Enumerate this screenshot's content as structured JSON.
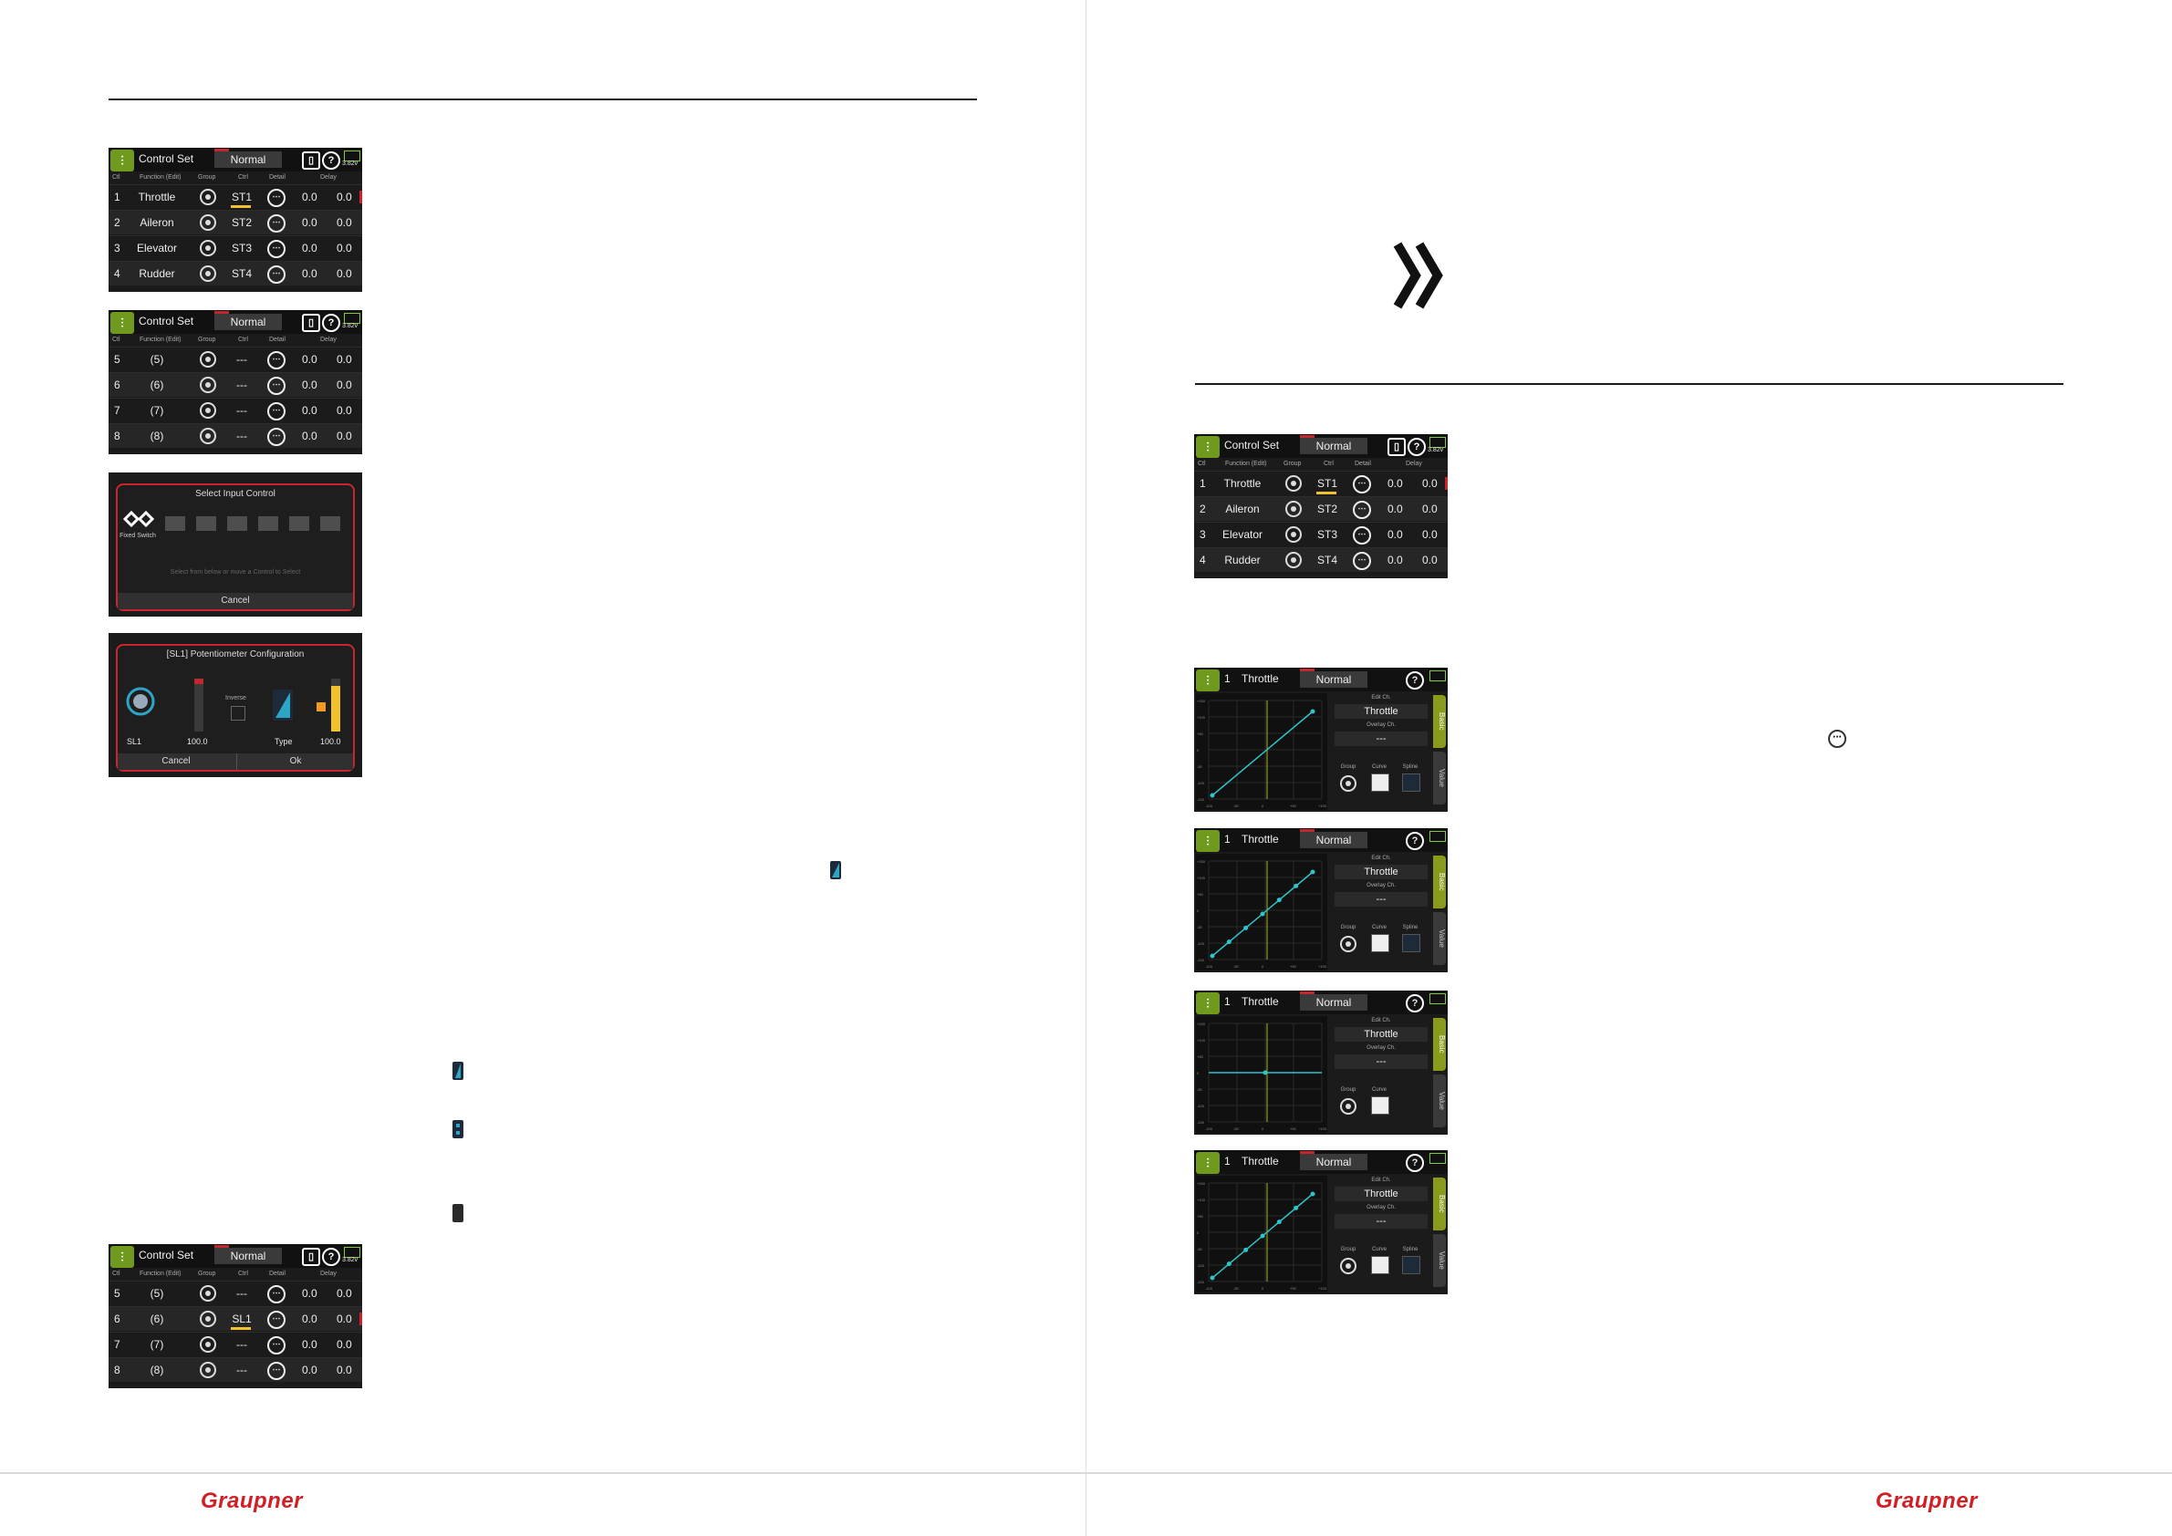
{
  "brand": {
    "left": "Graupner",
    "right": "Graupner"
  },
  "screens": {
    "cs_a": {
      "title": "Control Set",
      "mode": "Normal",
      "battery": "3.82v",
      "headers": [
        "Ctl",
        "Function (Edit)",
        "Group",
        "Ctrl",
        "Detail",
        "Delay"
      ],
      "rows": [
        {
          "n": "1",
          "f": "Throttle",
          "c": "ST1",
          "d1": "0.0",
          "d2": "0.0"
        },
        {
          "n": "2",
          "f": "Aileron",
          "c": "ST2",
          "d1": "0.0",
          "d2": "0.0"
        },
        {
          "n": "3",
          "f": "Elevator",
          "c": "ST3",
          "d1": "0.0",
          "d2": "0.0"
        },
        {
          "n": "4",
          "f": "Rudder",
          "c": "ST4",
          "d1": "0.0",
          "d2": "0.0"
        }
      ]
    },
    "cs_b": {
      "title": "Control Set",
      "mode": "Normal",
      "battery": "3.82v",
      "headers": [
        "Ctl",
        "Function (Edit)",
        "Group",
        "Ctrl",
        "Detail",
        "Delay"
      ],
      "rows": [
        {
          "n": "5",
          "f": "(5)",
          "c": "---",
          "d1": "0.0",
          "d2": "0.0"
        },
        {
          "n": "6",
          "f": "(6)",
          "c": "---",
          "d1": "0.0",
          "d2": "0.0"
        },
        {
          "n": "7",
          "f": "(7)",
          "c": "---",
          "d1": "0.0",
          "d2": "0.0"
        },
        {
          "n": "8",
          "f": "(8)",
          "c": "---",
          "d1": "0.0",
          "d2": "0.0"
        }
      ]
    },
    "sel": {
      "title": "Select Input Control",
      "first_item": "Fixed Switch",
      "hint": "Select from below or move a Control to Select",
      "cancel": "Cancel"
    },
    "pot": {
      "title": "[SL1] Potentiometer Configuration",
      "name": "SL1",
      "value1": "100.0",
      "inverse": "Inverse",
      "type": "Type",
      "value2": "100.0",
      "cancel": "Cancel",
      "ok": "Ok"
    },
    "cs_c": {
      "title": "Control Set",
      "mode": "Normal",
      "battery": "3.82v",
      "headers": [
        "Ctl",
        "Function (Edit)",
        "Group",
        "Ctrl",
        "Detail",
        "Delay"
      ],
      "rows": [
        {
          "n": "5",
          "f": "(5)",
          "c": "---",
          "d1": "0.0",
          "d2": "0.0"
        },
        {
          "n": "6",
          "f": "(6)",
          "c": "SL1",
          "d1": "0.0",
          "d2": "0.0"
        },
        {
          "n": "7",
          "f": "(7)",
          "c": "---",
          "d1": "0.0",
          "d2": "0.0"
        },
        {
          "n": "8",
          "f": "(8)",
          "c": "---",
          "d1": "0.0",
          "d2": "0.0"
        }
      ]
    },
    "cs_d": {
      "title": "Control Set",
      "mode": "Normal",
      "battery": "3.82v",
      "headers": [
        "Ctl",
        "Function (Edit)",
        "Group",
        "Ctrl",
        "Detail",
        "Delay"
      ],
      "rows": [
        {
          "n": "1",
          "f": "Throttle",
          "c": "ST1",
          "d1": "0.0",
          "d2": "0.0"
        },
        {
          "n": "2",
          "f": "Aileron",
          "c": "ST2",
          "d1": "0.0",
          "d2": "0.0"
        },
        {
          "n": "3",
          "f": "Elevator",
          "c": "ST3",
          "d1": "0.0",
          "d2": "0.0"
        },
        {
          "n": "4",
          "f": "Rudder",
          "c": "ST4",
          "d1": "0.0",
          "d2": "0.0"
        }
      ]
    },
    "graph": {
      "num": "1",
      "title": "Throttle",
      "mode": "Normal",
      "edit_ch": "Edit Ch.",
      "name": "Throttle",
      "overlay": "Overlay Ch.",
      "overlay_val": "---",
      "group": "Group",
      "curve": "Curve",
      "spline": "Spline",
      "tab_basic": "Basic",
      "tab_value": "Value",
      "axis_y": [
        "+150",
        "+100",
        "+50",
        "0",
        "-50",
        "-100",
        "-150"
      ],
      "axis_x": [
        "-100",
        "-50",
        "0",
        "+50",
        "+100"
      ]
    }
  }
}
